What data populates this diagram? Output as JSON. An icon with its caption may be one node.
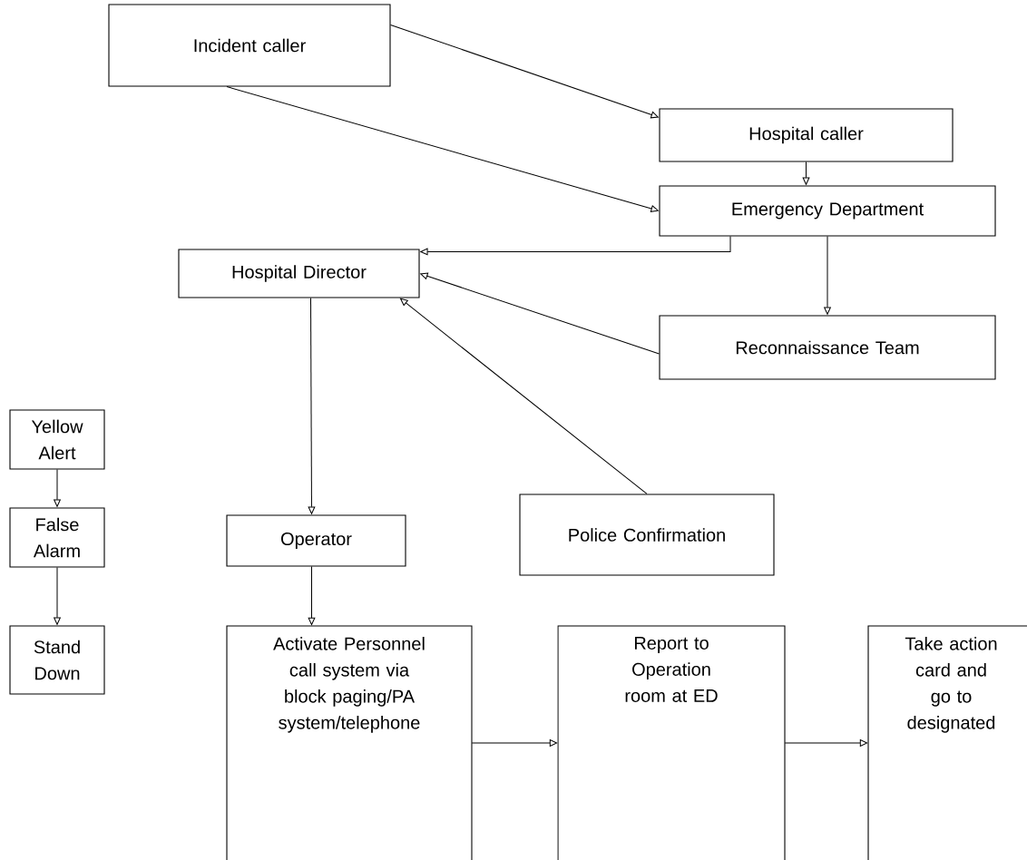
{
  "diagram": {
    "nodes": [
      {
        "text": [
          "Incident caller"
        ]
      },
      {
        "text": [
          "Hospital caller"
        ]
      },
      {
        "text": [
          "Emergency Department"
        ]
      },
      {
        "text": [
          "Hospital Director"
        ]
      },
      {
        "text": [
          "Reconnaissance Team"
        ]
      },
      {
        "text": [
          "Yellow Alert"
        ]
      },
      {
        "text": [
          "Operator"
        ]
      },
      {
        "text": [
          "Police Confirmation"
        ]
      },
      {
        "text": [
          "False Alarm"
        ]
      },
      {
        "text": [
          "Stand Down"
        ]
      },
      {
        "text": [
          "Activate Personnel call system via block paging/PA system/telephone"
        ]
      },
      {
        "text": [
          "Report to Operation room at ED"
        ]
      },
      {
        "text": [
          "Take action card and go to designated"
        ]
      }
    ],
    "edges": [
      {
        "from": 0,
        "to": 1,
        "arrow": "to"
      },
      {
        "from": 0,
        "to": 2,
        "arrow": "to"
      },
      {
        "from": 1,
        "to": 2,
        "arrow": "to"
      },
      {
        "from": 2,
        "to": 3,
        "arrow": "to"
      },
      {
        "from": 2,
        "to": 4,
        "arrow": "to"
      },
      {
        "from": 4,
        "to": 3,
        "arrow": "to"
      },
      {
        "from": 7,
        "to": 3,
        "arrow": "to"
      },
      {
        "from": 3,
        "to": 6,
        "arrow": "to"
      },
      {
        "from": 6,
        "to": 10,
        "arrow": "to"
      },
      {
        "from": 5,
        "to": 8,
        "arrow": "to"
      },
      {
        "from": 8,
        "to": 9,
        "arrow": "to"
      },
      {
        "from": 10,
        "to": 11,
        "arrow": "to"
      },
      {
        "from": 11,
        "to": 12,
        "arrow": "to"
      }
    ]
  }
}
